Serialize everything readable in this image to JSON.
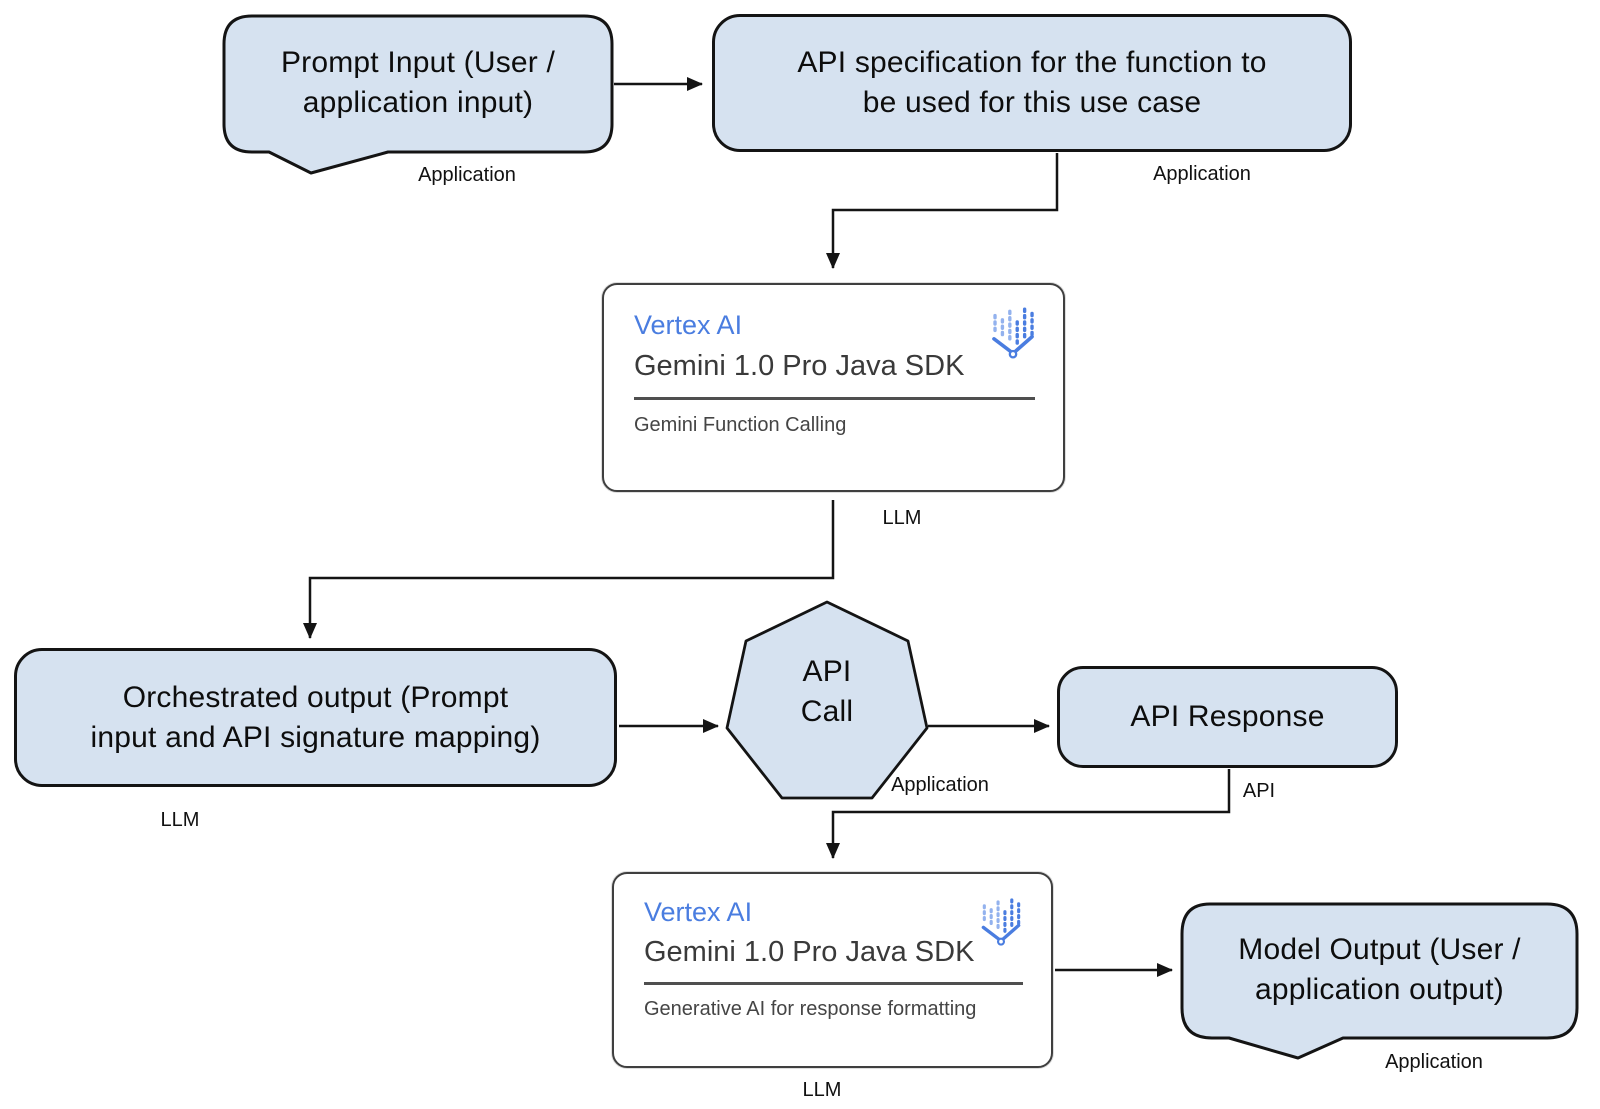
{
  "nodes": {
    "prompt_input": {
      "text_line1": "Prompt Input (User /",
      "text_line2": "application input)",
      "tag": "Application"
    },
    "api_spec": {
      "text_line1": "API specification for the function to",
      "text_line2": "be used for this use case",
      "tag": "Application"
    },
    "gemini_function_calling": {
      "brand": "Vertex AI",
      "product": "Gemini 1.0 Pro Java SDK",
      "description": "Gemini Function Calling",
      "tag": "LLM",
      "icon": "vertex-ai-logo"
    },
    "orchestrated_output": {
      "text_line1": "Orchestrated output (Prompt",
      "text_line2": "input and API signature mapping)",
      "tag": "LLM"
    },
    "api_call": {
      "text_line1": "API",
      "text_line2": "Call",
      "tag": "Application"
    },
    "api_response": {
      "text": "API Response",
      "tag": "API"
    },
    "gemini_response_formatting": {
      "brand": "Vertex AI",
      "product": "Gemini 1.0 Pro Java SDK",
      "description": "Generative AI for response formatting",
      "tag": "LLM",
      "icon": "vertex-ai-logo"
    },
    "model_output": {
      "text_line1": "Model Output (User /",
      "text_line2": "application output)",
      "tag": "Application"
    }
  },
  "edges": [
    {
      "from": "prompt_input",
      "to": "api_spec"
    },
    {
      "from": "api_spec",
      "to": "gemini_function_calling"
    },
    {
      "from": "gemini_function_calling",
      "to": "orchestrated_output"
    },
    {
      "from": "orchestrated_output",
      "to": "api_call"
    },
    {
      "from": "api_call",
      "to": "api_response"
    },
    {
      "from": "api_response",
      "to": "gemini_response_formatting"
    },
    {
      "from": "gemini_response_formatting",
      "to": "model_output"
    }
  ],
  "colors": {
    "node_fill": "#d6e2f0",
    "node_stroke": "#141414",
    "connector": "#141414",
    "card_background": "#ffffff",
    "card_stroke": "#3f3f3f",
    "vertex_blue": "#4a7de0",
    "icon_light_blue": "#93b2ee",
    "text": "#0d0d0d"
  }
}
